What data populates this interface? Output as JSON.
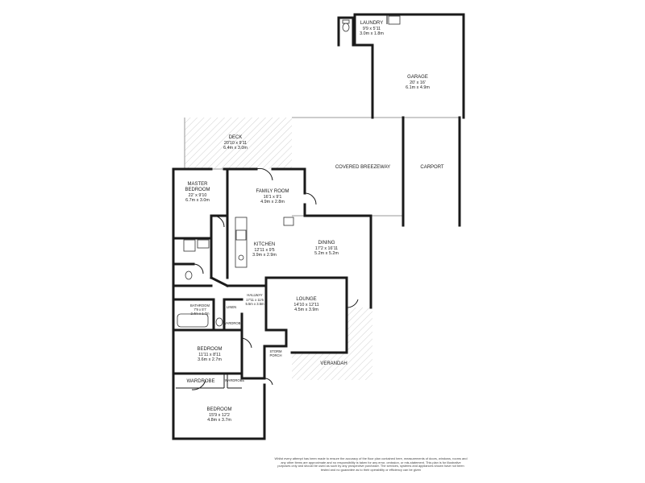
{
  "rooms": {
    "laundry": {
      "name": "LAUNDRY",
      "imperial": "9'9 x 5'11",
      "metric": "3.0m x 1.8m"
    },
    "garage": {
      "name": "GARAGE",
      "imperial": "20' x 16'",
      "metric": "6.1m x 4.9m"
    },
    "deck": {
      "name": "DECK",
      "imperial": "20'10 x 9'11",
      "metric": "6.4m x 3.0m"
    },
    "breezeway": {
      "name": "COVERED BREEZEWAY"
    },
    "carport": {
      "name": "CARPORT"
    },
    "master": {
      "name_1": "MASTER",
      "name_2": "BEDROOM",
      "imperial": "22' x 9'10",
      "metric": "6.7m x 3.0m"
    },
    "family": {
      "name": "FAMILY ROOM",
      "imperial": "16'1 x 9'1",
      "metric": "4.9m x 2.8m"
    },
    "kitchen": {
      "name": "KITCHEN",
      "imperial": "12'11 x 9'5",
      "metric": "3.9m x 2.9m"
    },
    "dining": {
      "name": "DINING",
      "imperial": "17'2 x 16'11",
      "metric": "5.2m x 5.2m"
    },
    "hallway": {
      "name": "HALLWAY",
      "imperial": "17'11 x 11'6",
      "metric": "5.5m x 3.5m"
    },
    "lounge": {
      "name": "LOUNGE",
      "imperial": "14'10 x 12'11",
      "metric": "4.5m x 3.9m"
    },
    "bathroom": {
      "name": "BATHROOM",
      "imperial": "7'9 x 5'7",
      "metric": "2.4m x 1.7m"
    },
    "linen": {
      "name": "LINEN"
    },
    "wardrobe_1": {
      "name": "WARDROBE"
    },
    "bedroom_2": {
      "name": "BEDROOM",
      "imperial": "11'11 x 8'11",
      "metric": "3.6m x 2.7m"
    },
    "storm_porch": {
      "name_1": "STORM",
      "name_2": "PORCH"
    },
    "verandah": {
      "name": "VERANDAH"
    },
    "wardrobe_2": {
      "name": "WARDROBE"
    },
    "wardrobe_3": {
      "name": "WARDROBE"
    },
    "bedroom_3": {
      "name": "BEDROOM",
      "imperial": "15'9 x 12'2",
      "metric": "4.8m x 3.7m"
    }
  },
  "disclaimer": "Whilst every attempt has been made to ensure the accuracy of the floor plan contained here, measurements of doors, windows, rooms and any other items are approximate and no responsibility is taken for any error, omission, or mis-statement. This plan is for illustrative purposes only and should be used as such by any prospective purchaser. The services, systems and appliances shown have not been tested and no guarantee as to their operability or efficiency can be given"
}
